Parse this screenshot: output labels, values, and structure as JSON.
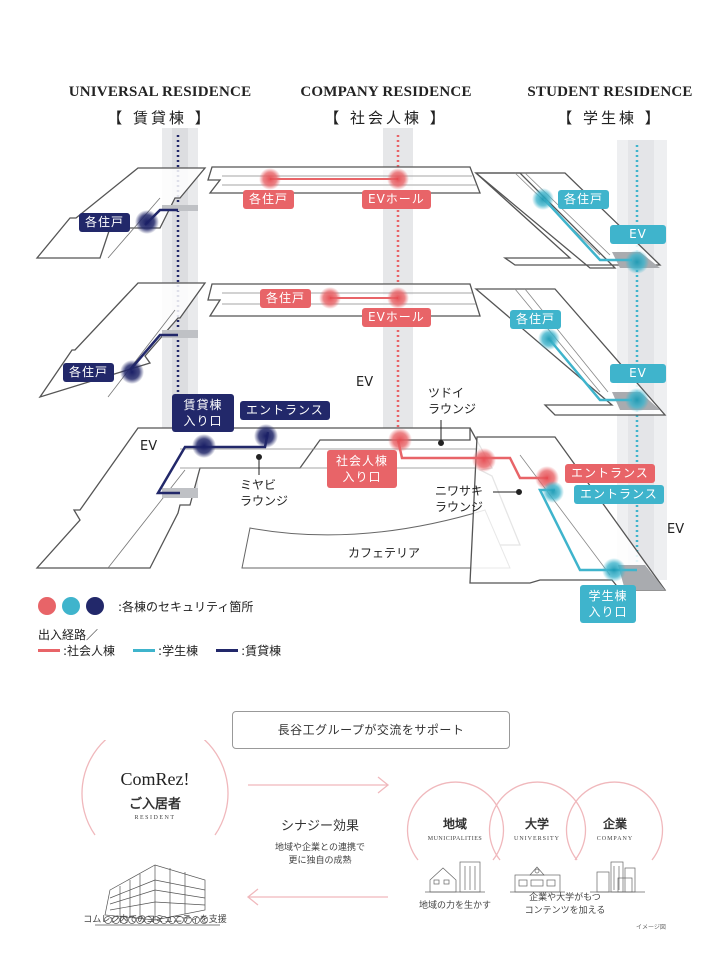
{
  "buildings": [
    {
      "title_en": "UNIVERSAL RESIDENCE",
      "title_jp": "【 賃貸棟 】",
      "color": "#22286a"
    },
    {
      "title_en": "COMPANY RESIDENCE",
      "title_jp": "【 社会人棟 】",
      "color": "#e86468"
    },
    {
      "title_en": "STUDENT RESIDENCE",
      "title_jp": "【 学生棟 】",
      "color": "#3fb4cc"
    }
  ],
  "diagram": {
    "universal": {
      "unit_label": "各住戸",
      "entrance_label_line1": "賃貸棟",
      "entrance_label_line2": "入り口",
      "entrance2_label": "エントランス",
      "ev_label": "EV"
    },
    "company": {
      "unit_label": "各住戸",
      "ev_hall_label": "EVホール",
      "entrance_label_line1": "社会人棟",
      "entrance_label_line2": "入り口",
      "entrance2_label": "エントランス",
      "ev_label": "EV"
    },
    "student": {
      "unit_label": "各住戸",
      "ev_tag": "EV",
      "entrance2_label": "エントランス",
      "entrance_label_line1": "学生棟",
      "entrance_label_line2": "入り口",
      "ev_label": "EV"
    },
    "lounges": {
      "miyabi_line1": "ミヤビ",
      "miyabi_line2": "ラウンジ",
      "tsudoi_line1": "ツドイ",
      "tsudoi_line2": "ラウンジ",
      "niwasaki_line1": "ニワサキ",
      "niwasaki_line2": "ラウンジ",
      "cafeteria": "カフェテリア"
    }
  },
  "legend": {
    "security_text": ":各棟のセキュリティ箇所",
    "route_title": "出入経路／",
    "routes": [
      {
        "label": ":社会人棟",
        "color": "#e86468"
      },
      {
        "label": ":学生棟",
        "color": "#3fb4cc"
      },
      {
        "label": ":賃貸棟",
        "color": "#22286a"
      }
    ],
    "dot_colors": [
      "#e86468",
      "#3fb4cc",
      "#22286a"
    ]
  },
  "support": {
    "box_label": "長谷工グループが交流をサポート",
    "resident": {
      "logo": "ComRez!",
      "title": "ご入居者",
      "subtitle": "RESIDENT",
      "caption": "コムレジ内でのコミュニティを支援"
    },
    "synergy": {
      "title": "シナジー効果",
      "line1": "地域や企業との連携で",
      "line2": "更に独自の成熟"
    },
    "partners": [
      {
        "title": "地域",
        "subtitle": "MUNICIPALITIES"
      },
      {
        "title": "大学",
        "subtitle": "UNIVERSITY"
      },
      {
        "title": "企業",
        "subtitle": "COMPANY"
      }
    ],
    "caption_region": "地域の力を生かす",
    "caption_contents_line1": "企業や大学がもつ",
    "caption_contents_line2": "コンテンツを加える",
    "image_note": "イメージ図",
    "accent_color": "#f0b8bc"
  }
}
